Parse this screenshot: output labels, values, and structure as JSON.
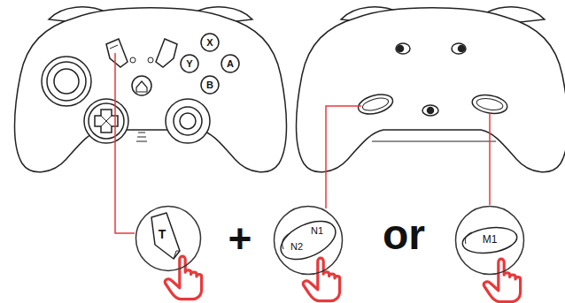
{
  "diagram": {
    "nodes": [
      {
        "text": [
          "T"
        ]
      },
      {
        "text": [
          "N1",
          "N2"
        ]
      },
      {
        "text": [
          "M1"
        ]
      }
    ],
    "labels": [
      "X",
      "Y",
      "A",
      "B",
      "+",
      "or"
    ]
  }
}
